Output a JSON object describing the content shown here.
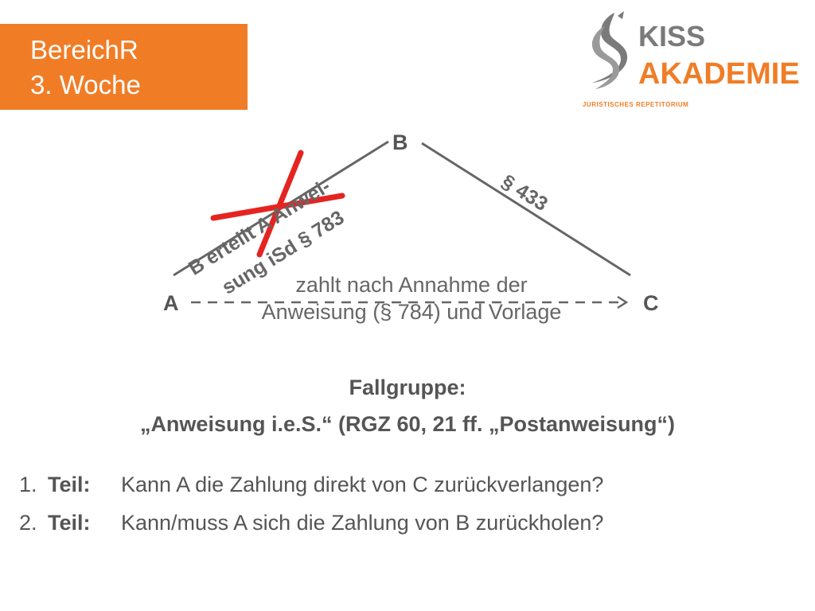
{
  "header": {
    "title_line1": "BereichR",
    "title_line2": "3. Woche",
    "accent_color": "#f07d26"
  },
  "logo": {
    "word1": "KISS",
    "word2": "AKADEMIE",
    "tagline": "JURISTISCHES REPETITORIUM",
    "text_color": "#f07d26",
    "mark_color": "#7a7a7a"
  },
  "diagram": {
    "nodes": {
      "a": "A",
      "b": "B",
      "c": "C"
    },
    "edge_ab_line1": "B erteilt A Anwei-",
    "edge_ab_line2": "sung iSd § 783",
    "edge_bc": "§ 433",
    "payment_line1": "zahlt nach Annahme der",
    "payment_line2": "Anweisung (§ 784) und Vorlage",
    "line_color": "#666666",
    "cross_color": "#e52421"
  },
  "case_group": {
    "label": "Fallgruppe:",
    "title": "„Anweisung i.e.S.“ (RGZ 60, 21 ff. „Postanweisung“)"
  },
  "questions": [
    {
      "number": "1.",
      "part": "Teil:",
      "text": "Kann A die Zahlung direkt von C zurückverlangen?"
    },
    {
      "number": "2.",
      "part": "Teil:",
      "text": "Kann/muss A sich die Zahlung von B zurückholen?"
    }
  ]
}
